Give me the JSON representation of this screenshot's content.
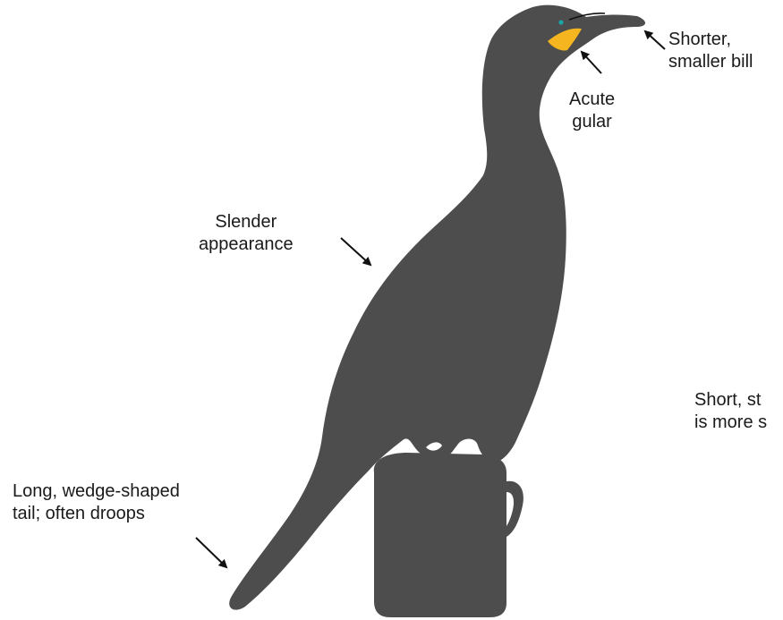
{
  "colors": {
    "silhouette": "#4d4d4d",
    "gular_patch": "#f5b51f",
    "eye": "#1aa6a6",
    "arrow": "#111111",
    "text": "#1a1a1a",
    "background": "#ffffff"
  },
  "labels": {
    "bill": {
      "line1": "Shorter,",
      "line2": "smaller bill"
    },
    "gular": {
      "line1": "Acute",
      "line2": "gular"
    },
    "slender": {
      "line1": "Slender",
      "line2": "appearance"
    },
    "short": {
      "line1": "Short, st",
      "line2": "is more s"
    },
    "tail": {
      "line1": "Long, wedge-shaped",
      "line2": "tail; often droops"
    }
  }
}
